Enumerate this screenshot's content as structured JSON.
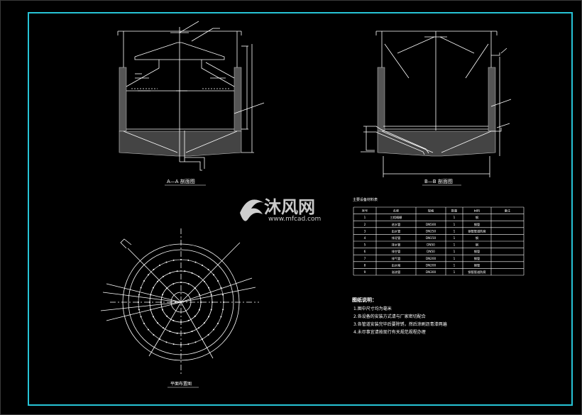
{
  "colors": {
    "background": "#000000",
    "frame": "#27c3d6",
    "line": "#ffffff",
    "hatch": "#9a9a9a",
    "watermark": "#d0d0d0"
  },
  "views": {
    "section_a": {
      "title": "A—A 剖面图"
    },
    "section_b": {
      "title": "B—B 剖面图"
    },
    "plan": {
      "title": "平面布置图"
    }
  },
  "watermark": {
    "brand": "沐风网",
    "url": "www.mfcad.com"
  },
  "bom": {
    "title": "主要设备材料表",
    "headers": [
      "序号",
      "名称",
      "规格",
      "数量",
      "材料",
      "备注"
    ],
    "rows": [
      [
        "1",
        "三相格栅",
        "",
        "1",
        "钢",
        ""
      ],
      [
        "2",
        "进水管",
        "DN500",
        "1",
        "钢管",
        ""
      ],
      [
        "3",
        "出水管",
        "DN250",
        "1",
        "钢管管道防腐",
        ""
      ],
      [
        "4",
        "排泥管",
        "DN150",
        "1",
        "钢",
        ""
      ],
      [
        "5",
        "排水管",
        "DN50",
        "1",
        "钢",
        ""
      ],
      [
        "6",
        "排空管",
        "DN50",
        "1",
        "钢管",
        ""
      ],
      [
        "7",
        "排气管",
        "DN200",
        "1",
        "钢管",
        ""
      ],
      [
        "8",
        "出水堰",
        "DN200",
        "1",
        "钢管",
        ""
      ],
      [
        "9",
        "溢流管",
        "DN300",
        "1",
        "钢管管道防腐",
        ""
      ]
    ]
  },
  "notes": {
    "title": "图纸说明：",
    "items": [
      "1.图中尺寸均为毫米",
      "2.各设备的安装方式请与厂家密切配合",
      "3.各管道安装完毕后要除锈，然后涂刷沥青漆两遍",
      "4.未尽事宜请按现行有关规范规程办理"
    ]
  }
}
